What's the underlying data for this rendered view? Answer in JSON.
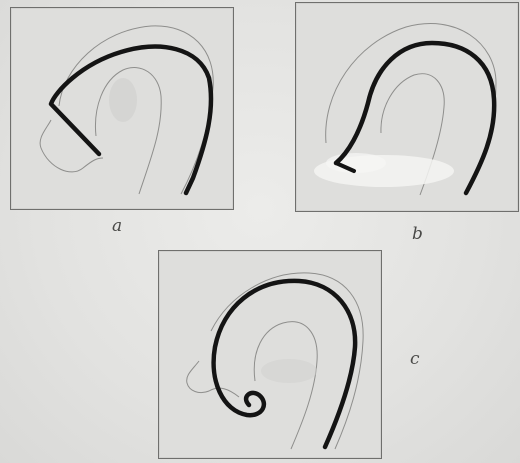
{
  "figure": {
    "panels": [
      {
        "id": "a",
        "label": "a"
      },
      {
        "id": "b",
        "label": "b"
      },
      {
        "id": "c",
        "label": "c"
      }
    ]
  }
}
